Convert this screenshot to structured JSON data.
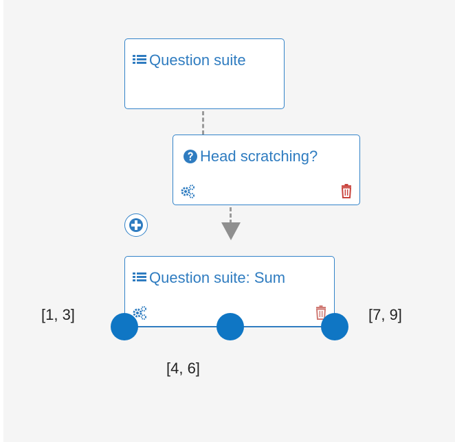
{
  "nodes": {
    "suite_top": {
      "title": "Question suite",
      "icon": "list-icon"
    },
    "question": {
      "title": "Head scratching?",
      "icon": "question-circle-icon"
    },
    "suite_sum": {
      "title": "Question suite: Sum",
      "icon": "list-icon"
    }
  },
  "range_slider": {
    "labels": [
      "[1, 3]",
      "[4, 6]",
      "[7, 9]"
    ],
    "handles": 3
  },
  "colors": {
    "accent": "#2f7cc0",
    "handle": "#0f76c4",
    "delete": "#c9433c",
    "connector": "#9a9a9a",
    "canvas": "#f5f5f5"
  },
  "icons": [
    "list-icon",
    "question-circle-icon",
    "gears-icon",
    "trash-icon",
    "plus-circle-icon",
    "arrow-down-icon"
  ]
}
